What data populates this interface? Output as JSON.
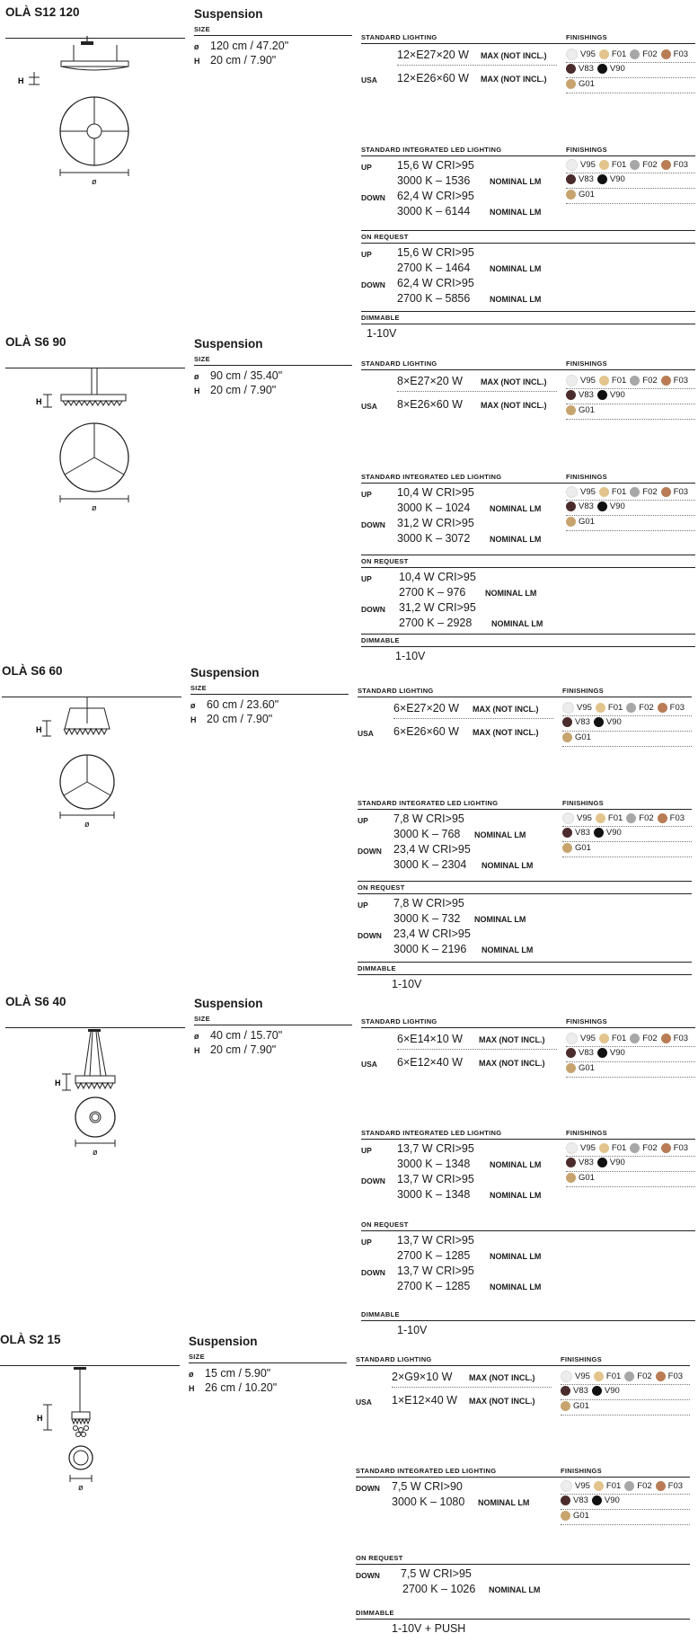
{
  "labels": {
    "size": "SIZE",
    "standard": "STANDARD LIGHTING",
    "led": "STANDARD INTEGRATED LED LIGHTING",
    "finishings": "FINISHINGS",
    "on_request": "ON REQUEST",
    "dimmable": "DIMMABLE",
    "dia": "ø",
    "h": "H",
    "up": "UP",
    "down": "DOWN",
    "usa": "USA",
    "nominal": "NOMINAL LM",
    "max_not_incl": "MAX (NOT INCL.)"
  },
  "finishes": {
    "row1": [
      {
        "code": "V95",
        "color": "#ededed"
      },
      {
        "code": "F01",
        "color": "#e2c48c"
      },
      {
        "code": "F02",
        "color": "#a7a7a7"
      },
      {
        "code": "F03",
        "color": "#b97c55"
      }
    ],
    "row2": [
      {
        "code": "V83",
        "color": "#4a2c2c"
      },
      {
        "code": "V90",
        "color": "#111111"
      }
    ],
    "row3": [
      {
        "code": "G01",
        "color": "#c7a46e"
      }
    ]
  },
  "products": [
    {
      "name": "OLÀ S12 120",
      "type": "Suspension",
      "size_dia": "120 cm / 47.20\"",
      "size_h": "20 cm / 7.90\"",
      "std": [
        "12×E27×20 W",
        "12×E26×60 W"
      ],
      "led_up": [
        "15,6 W CRI>95",
        "3000 K – 1536"
      ],
      "led_down": [
        "62,4 W CRI>95",
        "3000 K – 6144"
      ],
      "req_up": [
        "15,6 W CRI>95",
        "2700 K – 1464"
      ],
      "req_down": [
        "62,4 W CRI>95",
        "2700 K – 5856"
      ],
      "dimmable": "1-10V"
    },
    {
      "name": "OLÀ S6 90",
      "type": "Suspension",
      "size_dia": "90 cm / 35.40\"",
      "size_h": "20 cm / 7.90\"",
      "std": [
        "8×E27×20 W",
        "8×E26×60 W"
      ],
      "led_up": [
        "10,4 W CRI>95",
        "3000 K – 1024"
      ],
      "led_down": [
        "31,2 W CRI>95",
        "3000 K – 3072"
      ],
      "req_up": [
        "10,4 W CRI>95",
        "2700 K – 976"
      ],
      "req_down": [
        "31,2 W CRI>95",
        "2700 K – 2928"
      ],
      "dimmable": "1-10V"
    },
    {
      "name": "OLÀ S6 60",
      "type": "Suspension",
      "size_dia": "60 cm / 23.60\"",
      "size_h": "20 cm / 7.90\"",
      "std": [
        "6×E27×20 W",
        "6×E26×60 W"
      ],
      "led_up": [
        "7,8 W CRI>95",
        "3000 K – 768"
      ],
      "led_down": [
        "23,4 W CRI>95",
        "3000 K – 2304"
      ],
      "req_up": [
        "7,8 W CRI>95",
        "3000 K – 732"
      ],
      "req_down": [
        "23,4 W CRI>95",
        "3000 K – 2196"
      ],
      "dimmable": "1-10V"
    },
    {
      "name": "OLÀ S6 40",
      "type": "Suspension",
      "size_dia": "40 cm / 15.70\"",
      "size_h": "20 cm / 7.90\"",
      "std": [
        "6×E14×10 W",
        "6×E12×40 W"
      ],
      "led_up": [
        "13,7 W CRI>95",
        "3000 K – 1348"
      ],
      "led_down": [
        "13,7 W CRI>95",
        "3000 K – 1348"
      ],
      "req_up": [
        "13,7 W CRI>95",
        "2700 K – 1285"
      ],
      "req_down": [
        "13,7 W CRI>95",
        "2700 K – 1285"
      ],
      "dimmable": "1-10V"
    },
    {
      "name": "OLÀ S2 15",
      "type": "Suspension",
      "size_dia": "15 cm / 5.90\"",
      "size_h": "26 cm / 10.20\"",
      "std": [
        "2×G9×10 W",
        "1×E12×40 W"
      ],
      "led_down": [
        "7,5 W CRI>90",
        "3000 K – 1080"
      ],
      "req_down": [
        "7,5 W CRI>95",
        "2700 K – 1026"
      ],
      "dimmable": "1-10V + PUSH"
    }
  ]
}
